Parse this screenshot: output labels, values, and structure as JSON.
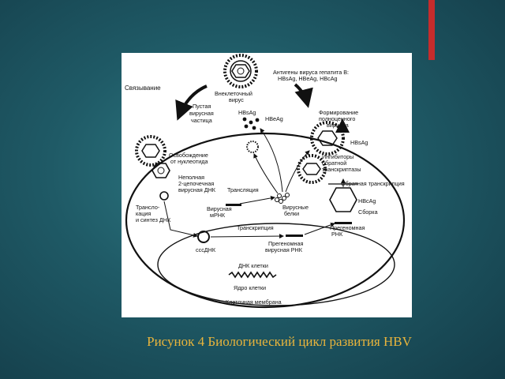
{
  "caption": "Рисунок 4 Биологический цикл развития HBV",
  "accent_color": "#c62c2c",
  "diagram": {
    "labels": {
      "binding": "Связывание",
      "antigens_1": "Антигены вируса гепатита В:",
      "antigens_2": "HBsAg, HBeAg, HBcAg",
      "extracellular_1": "Внеклеточный",
      "extracellular_2": "вирус",
      "empty_1": "Пустая",
      "empty_2": "вирусная",
      "empty_3": "частица",
      "hbsag_top": "HBsAg",
      "hbeag_top": "HBeAg",
      "formation_1": "Формирование",
      "formation_2": "полноценного",
      "formation_3": "вириона",
      "hbsag_right": "HBsAg",
      "release_1": "Освобождение",
      "release_2": "от нуклеотида",
      "incomplete_1": "Неполная",
      "incomplete_2": "2-цепочечная",
      "incomplete_3": "вирусная ДНК",
      "inhibitors_1": "Ингибиторы",
      "inhibitors_2": "обратной",
      "inhibitors_3": "транскриптазы",
      "reverse_transcription": "Обратная транскрипция",
      "translation": "Трансляция",
      "translocation_1": "Трансло-",
      "translocation_2": "кация",
      "translocation_3": "и синтез ДНК",
      "viral_mrna_1": "Вирусная",
      "viral_mrna_2": "мРНК",
      "viral_proteins_1": "Вирусные",
      "viral_proteins_2": "белки",
      "hbcag": "HBcAg",
      "assembly": "Сборка",
      "pregenomic_rna_1": "Прегеномная",
      "pregenomic_rna_2": "РНК",
      "transcription": "Транскрипция",
      "cccdna": "cccДНК",
      "pregenomic_viral_rna_1": "Прегеномная",
      "pregenomic_viral_rna_2": "вирусная РНК",
      "cell_dna": "ДНК клетки",
      "nucleus": "Ядро клетки",
      "membrane": "Клеточная мембрана"
    }
  }
}
